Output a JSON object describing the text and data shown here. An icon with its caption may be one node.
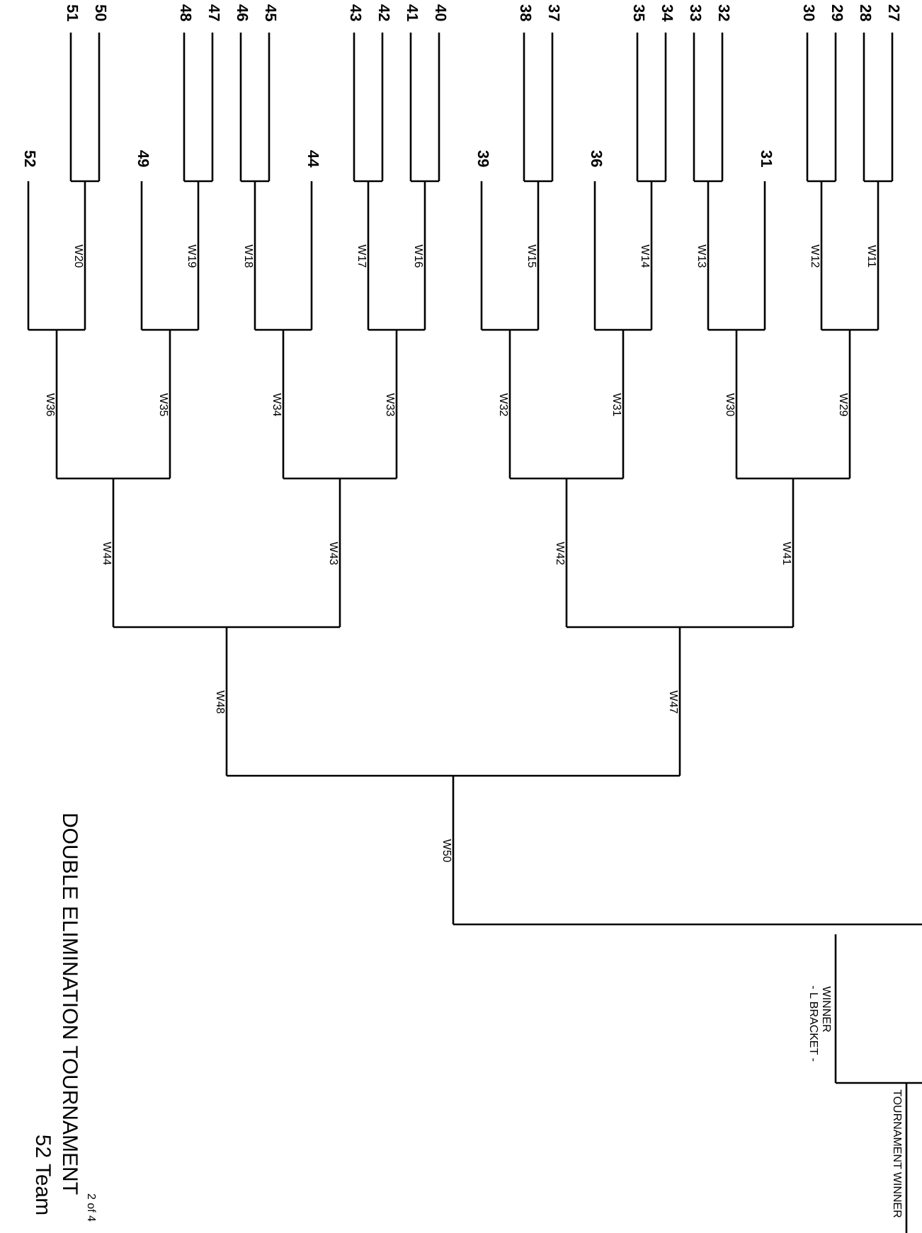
{
  "diagram": {
    "title": "DOUBLE ELIMINATION TOURNAMENT",
    "labels": [
      "51",
      "50",
      "48",
      "47",
      "46",
      "45",
      "43",
      "42",
      "41",
      "40",
      "38",
      "37",
      "35",
      "34",
      "33",
      "32",
      "30",
      "29",
      "28",
      "27",
      "52",
      "49",
      "44",
      "39",
      "36",
      "31",
      "W20",
      "W19",
      "W18",
      "W17",
      "W16",
      "W15",
      "W14",
      "W13",
      "W12",
      "W11",
      "W36",
      "W35",
      "W34",
      "W33",
      "W32",
      "W31",
      "W30",
      "W29",
      "W44",
      "W43",
      "W42",
      "W41",
      "W48",
      "W47",
      "W50",
      "WINNER",
      "- L BRACKET -",
      "TOURNAMENT WINNER",
      "2 of 4",
      "52 Team"
    ]
  }
}
